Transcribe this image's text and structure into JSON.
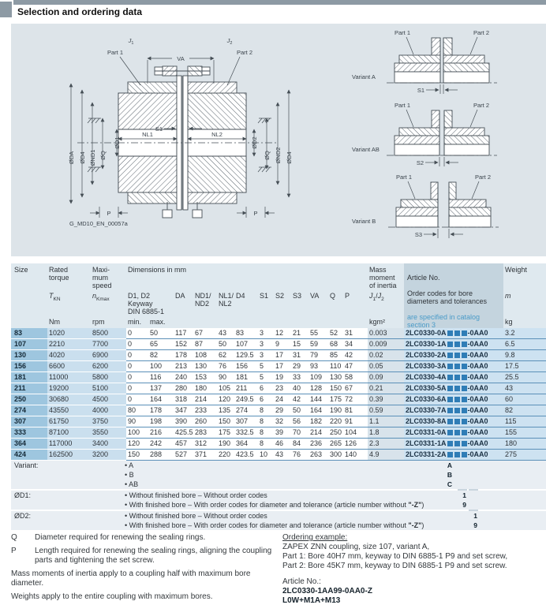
{
  "colors": {
    "header_bar": "#8d9aa4",
    "panel_bg": "#dde4e9",
    "table_header_bg": "#dfe9ef",
    "article_band_bg": "#c4d4de",
    "size_col_bg": "#9ec6df",
    "torque_col_bg": "#cadfee",
    "inertia_col_bg": "#d8e3eb",
    "article_col_bg": "#cde2f1",
    "row_line_blue": "#5b90b8",
    "options_bg": "#e9eef3",
    "strip_bg": "#c9d5de",
    "link_blue": "#4a9bc8",
    "square_blue": "#2f7db6"
  },
  "header": {
    "title": "Selection and ordering data"
  },
  "drawing": {
    "caption": "G_MD10_EN_00057a",
    "main": {
      "j1": {
        "base": "J",
        "sub": "1"
      },
      "j2": {
        "base": "J",
        "sub": "2"
      },
      "part1": "Part 1",
      "part2": "Part 2",
      "va": "VA",
      "s1": "S1",
      "nl1": "NL1",
      "nl2": "NL2",
      "p": "P",
      "left_dims": [
        "ØDA",
        "ØD4",
        "ØND1",
        "ØQ",
        "ØD1"
      ],
      "right_dims": [
        "ØD2",
        "ØQ",
        "ØND2",
        "ØD4"
      ]
    },
    "variants": [
      {
        "label": "Variant A",
        "s": "S1",
        "part1": "Part 1",
        "part2": "Part 2"
      },
      {
        "label": "Variant AB",
        "s": "S2",
        "part1": "Part 1",
        "part2": "Part 2"
      },
      {
        "label": "Variant B",
        "s": "S3",
        "part1": "Part 1",
        "part2": "Part 2"
      }
    ]
  },
  "table": {
    "headers": {
      "size": "Size",
      "rated_torque": "Rated\ntorque",
      "max_speed": "Maxi-\nmum\nspeed",
      "dimensions": "Dimensions in mm",
      "tkn": {
        "base": "T",
        "sub": "KN"
      },
      "nkmax": {
        "base": "n",
        "sub": "Kmax"
      },
      "d1d2": "D1, D2\nKeyway\nDIN 6885-1",
      "da": "DA",
      "nd": "ND1/\nND2",
      "nl": "NL1/\nNL2",
      "d4": "D4",
      "s1": "S1",
      "s2": "S2",
      "s3": "S3",
      "va": "VA",
      "q": "Q",
      "p": "P",
      "mass_moment": "Mass\nmoment\nof inertia",
      "j12": {
        "base1": "J",
        "sub1": "1",
        "slash": "/",
        "base2": "J",
        "sub2": "2"
      },
      "article_no": "Article No.",
      "order_codes": "Order codes for bore\ndiameters and tolerances",
      "catalog_link": "are specified in catalog\nsection 3",
      "weight": "Weight",
      "m": "m",
      "units": {
        "nm": "Nm",
        "rpm": "rpm",
        "min": "min.",
        "max": "max.",
        "kgm2": "kgm²",
        "kg": "kg"
      }
    },
    "rows": [
      {
        "v": [
          "83",
          "1020",
          "8500",
          "0",
          "50",
          "117",
          "67",
          "43",
          "83",
          "3",
          "12",
          "21",
          "55",
          "52",
          "31",
          "0.003"
        ],
        "art": "2LC0330-0A",
        "suf": "-0AA0",
        "w": "3.2"
      },
      {
        "v": [
          "107",
          "2210",
          "7700",
          "0",
          "65",
          "152",
          "87",
          "50",
          "107",
          "3",
          "9",
          "15",
          "59",
          "68",
          "34",
          "0.009"
        ],
        "art": "2LC0330-1A",
        "suf": "-0AA0",
        "w": "6.5"
      },
      {
        "v": [
          "130",
          "4020",
          "6900",
          "0",
          "82",
          "178",
          "108",
          "62",
          "129.5",
          "3",
          "17",
          "31",
          "79",
          "85",
          "42",
          "0.02"
        ],
        "art": "2LC0330-2A",
        "suf": "-0AA0",
        "w": "9.8"
      },
      {
        "v": [
          "156",
          "6600",
          "6200",
          "0",
          "100",
          "213",
          "130",
          "76",
          "156",
          "5",
          "17",
          "29",
          "93",
          "110",
          "47",
          "0.05"
        ],
        "art": "2LC0330-3A",
        "suf": "-0AA0",
        "w": "17.5"
      },
      {
        "v": [
          "181",
          "11000",
          "5800",
          "0",
          "116",
          "240",
          "153",
          "90",
          "181",
          "5",
          "19",
          "33",
          "109",
          "130",
          "58",
          "0.09"
        ],
        "art": "2LC0330-4A",
        "suf": "-0AA0",
        "w": "25.5"
      },
      {
        "v": [
          "211",
          "19200",
          "5100",
          "0",
          "137",
          "280",
          "180",
          "105",
          "211",
          "6",
          "23",
          "40",
          "128",
          "150",
          "67",
          "0.21"
        ],
        "art": "2LC0330-5A",
        "suf": "-0AA0",
        "w": "43"
      },
      {
        "v": [
          "250",
          "30680",
          "4500",
          "0",
          "164",
          "318",
          "214",
          "120",
          "249.5",
          "6",
          "24",
          "42",
          "144",
          "175",
          "72",
          "0.39"
        ],
        "art": "2LC0330-6A",
        "suf": "-0AA0",
        "w": "60"
      },
      {
        "v": [
          "274",
          "43550",
          "4000",
          "80",
          "178",
          "347",
          "233",
          "135",
          "274",
          "8",
          "29",
          "50",
          "164",
          "190",
          "81",
          "0.59"
        ],
        "art": "2LC0330-7A",
        "suf": "-0AA0",
        "w": "82"
      },
      {
        "v": [
          "307",
          "61750",
          "3750",
          "90",
          "198",
          "390",
          "260",
          "150",
          "307",
          "8",
          "32",
          "56",
          "182",
          "220",
          "91",
          "1.1"
        ],
        "art": "2LC0330-8A",
        "suf": "-0AA0",
        "w": "115"
      },
      {
        "v": [
          "333",
          "87100",
          "3550",
          "100",
          "216",
          "425.5",
          "283",
          "175",
          "332.5",
          "8",
          "39",
          "70",
          "214",
          "250",
          "104",
          "1.8"
        ],
        "art": "2LC0331-0A",
        "suf": "-0AA0",
        "w": "155"
      },
      {
        "v": [
          "364",
          "117000",
          "3400",
          "120",
          "242",
          "457",
          "312",
          "190",
          "364",
          "8",
          "46",
          "84",
          "236",
          "265",
          "126",
          "2.3"
        ],
        "art": "2LC0331-1A",
        "suf": "-0AA0",
        "w": "180"
      },
      {
        "v": [
          "424",
          "162500",
          "3200",
          "150",
          "288",
          "527",
          "371",
          "220",
          "423.5",
          "10",
          "43",
          "76",
          "263",
          "300",
          "140",
          "4.9"
        ],
        "art": "2LC0331-2A",
        "suf": "-0AA0",
        "w": "275"
      }
    ],
    "options": {
      "bullet": "•",
      "groups": [
        {
          "label": "Variant:",
          "rows": [
            {
              "text": "A",
              "code": "A",
              "col": 1
            },
            {
              "text": "B",
              "code": "B",
              "col": 1
            },
            {
              "text": "AB",
              "code": "C",
              "col": 1
            }
          ]
        },
        {
          "label": "ØD1:",
          "rows": [
            {
              "text": "Without finished bore – Without order codes",
              "code": "1",
              "col": 2
            },
            {
              "pre": "With finished bore – With order codes for diameter and tolerance (article number without ",
              "bold": "\"-Z\"",
              "post": ")",
              "code": "9",
              "col": 2
            }
          ]
        },
        {
          "label": "ØD2:",
          "rows": [
            {
              "text": "Without finished bore – Without order codes",
              "code": "1",
              "col": 3
            },
            {
              "pre": "With finished bore – With order codes for diameter and tolerance (article number without ",
              "bold": "\"-Z\"",
              "post": ")",
              "code": "9",
              "col": 3
            }
          ]
        }
      ]
    }
  },
  "notes": [
    {
      "tag": "Q",
      "text": "Diameter required for renewing the sealing rings."
    },
    {
      "tag": "P",
      "text": "Length required for renewing the sealing rings, aligning the coupling parts and tightening the set screw."
    },
    {
      "tag": "",
      "text": "Mass moments of inertia apply to a coupling half with maximum bore diameter."
    },
    {
      "tag": "",
      "text": "Weights apply to the entire coupling with maximum bores."
    }
  ],
  "ordering": {
    "title": "Ordering example:",
    "lines": [
      "ZAPEX ZNN coupling, size 107, variant A,",
      "Part 1: Bore 40H7 mm, keyway to DIN 6885-1 P9 and set screw,",
      "Part 2: Bore 45K7 mm, keyway to DIN 6885-1 P9 and set screw."
    ],
    "article_label": "Article No.:",
    "article_lines": [
      "2LC0330-1AA99-0AA0-Z",
      "L0W+M1A+M13"
    ]
  }
}
